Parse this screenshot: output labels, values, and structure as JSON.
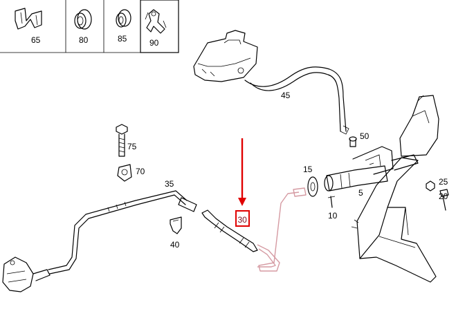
{
  "callouts": {
    "p5": "5",
    "p10": "10",
    "p15": "15",
    "p20": "20",
    "p25": "25",
    "p30": "30",
    "p35": "35",
    "p40": "40",
    "p45": "45",
    "p50": "50",
    "p65": "65",
    "p70": "70",
    "p75": "75",
    "p80": "80",
    "p85": "85",
    "p90": "90"
  },
  "colors": {
    "highlight": "#e00000",
    "highlight_text": "#7a0e1e",
    "pink_pipe": "#d59aa2",
    "line": "#000000",
    "background": "#ffffff"
  },
  "highlighted_part": "30"
}
